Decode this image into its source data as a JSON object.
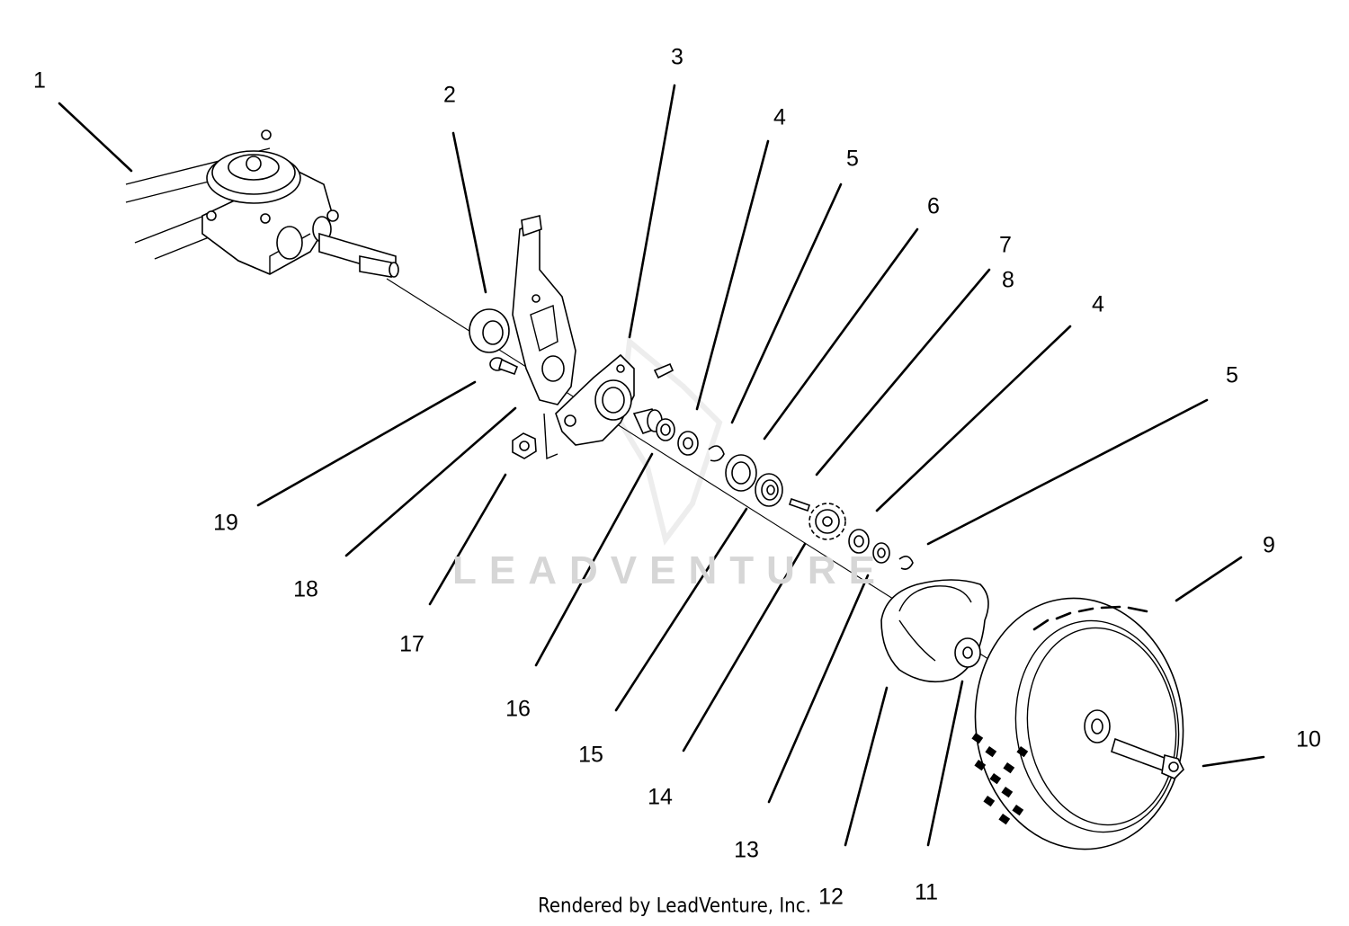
{
  "diagram": {
    "watermark_text": "LEADVENTURE",
    "footer_text": "Rendered by LeadVenture, Inc.",
    "callouts": [
      {
        "id": "c1",
        "label": "1"
      },
      {
        "id": "c2",
        "label": "2"
      },
      {
        "id": "c3",
        "label": "3"
      },
      {
        "id": "c4a",
        "label": "4"
      },
      {
        "id": "c5a",
        "label": "5"
      },
      {
        "id": "c6",
        "label": "6"
      },
      {
        "id": "c7",
        "label": "7"
      },
      {
        "id": "c8",
        "label": "8"
      },
      {
        "id": "c4b",
        "label": "4"
      },
      {
        "id": "c5b",
        "label": "5"
      },
      {
        "id": "c9",
        "label": "9"
      },
      {
        "id": "c10",
        "label": "10"
      },
      {
        "id": "c11",
        "label": "11"
      },
      {
        "id": "c12",
        "label": "12"
      },
      {
        "id": "c13",
        "label": "13"
      },
      {
        "id": "c14",
        "label": "14"
      },
      {
        "id": "c15",
        "label": "15"
      },
      {
        "id": "c16",
        "label": "16"
      },
      {
        "id": "c17",
        "label": "17"
      },
      {
        "id": "c18",
        "label": "18"
      },
      {
        "id": "c19",
        "label": "19"
      }
    ]
  }
}
